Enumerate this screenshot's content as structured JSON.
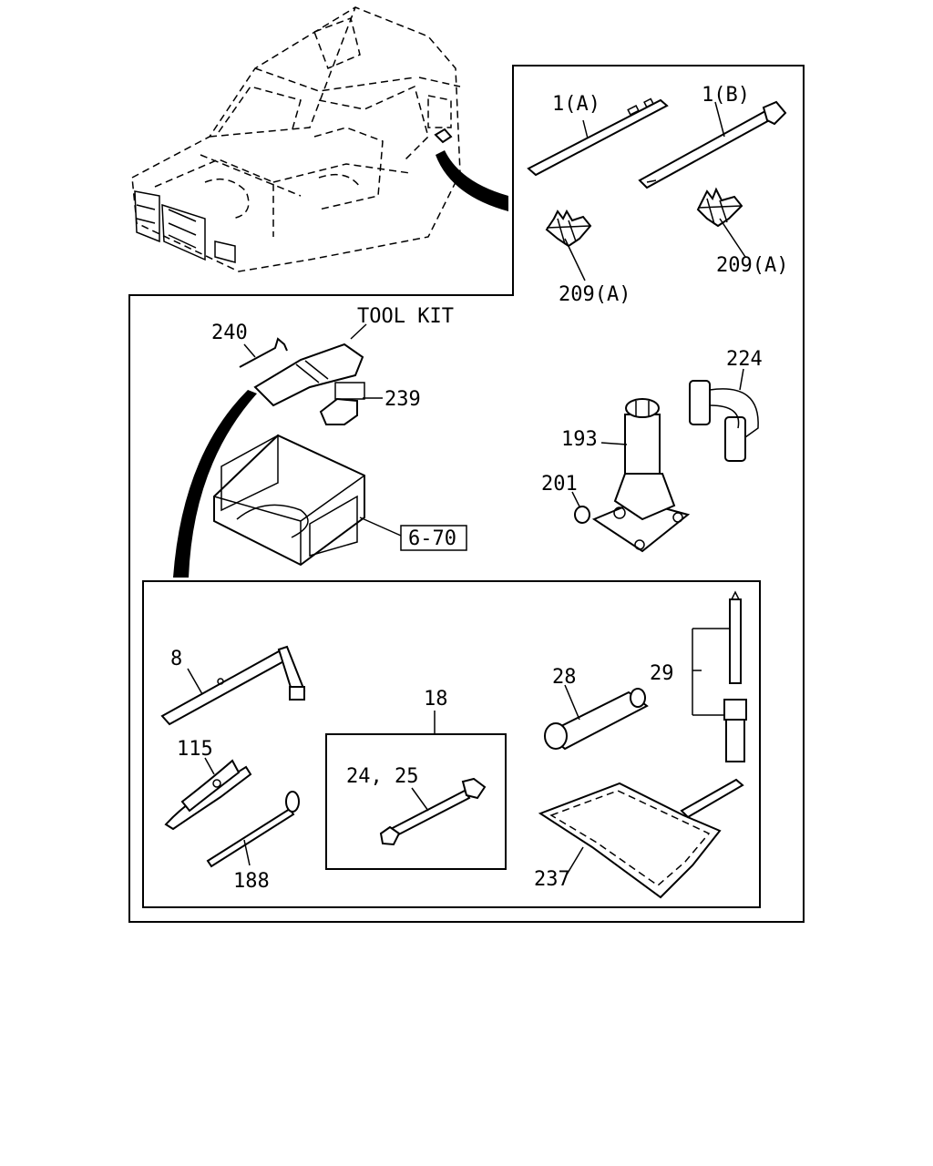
{
  "labels": {
    "l1a": "1(A)",
    "l1b": "1(B)",
    "l209a_left": "209(A)",
    "l209a_right": "209(A)",
    "l240": "240",
    "tool_kit": "TOOL KIT",
    "l239": "239",
    "l224": "224",
    "l193": "193",
    "l201": "201",
    "ref670": "6-70",
    "l8": "8",
    "l18": "18",
    "l28": "28",
    "l29": "29",
    "l115": "115",
    "l2425": "24, 25",
    "l188": "188",
    "l237": "237"
  }
}
